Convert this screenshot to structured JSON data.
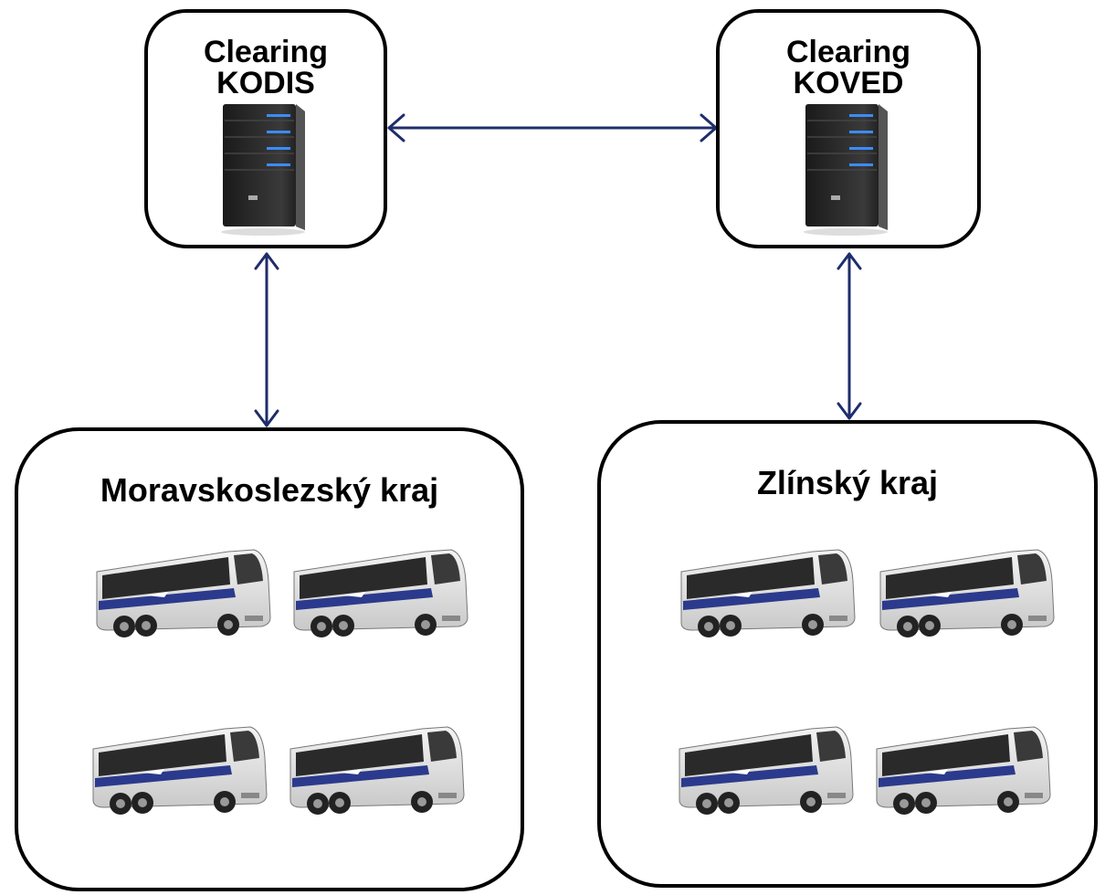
{
  "servers": [
    {
      "id": "kodis",
      "line1": "Clearing",
      "line2": "KODIS",
      "icon": "server-icon"
    },
    {
      "id": "koved",
      "line1": "Clearing",
      "line2": "KOVED",
      "icon": "server-icon"
    }
  ],
  "regions": [
    {
      "id": "msk",
      "name": "Moravskoslezský kraj",
      "bus_count": 4,
      "icon": "bus-icon"
    },
    {
      "id": "zlin",
      "name": "Zlínský kraj",
      "bus_count": 4,
      "icon": "bus-icon"
    }
  ],
  "connections": [
    {
      "from": "kodis",
      "to": "koved",
      "direction": "bidirectional"
    },
    {
      "from": "kodis",
      "to": "msk",
      "direction": "bidirectional"
    },
    {
      "from": "koved",
      "to": "zlin",
      "direction": "bidirectional"
    }
  ],
  "colors": {
    "arrow": "#1f2d6b",
    "border": "#000000",
    "bus_stripe": "#2b3a8c"
  }
}
